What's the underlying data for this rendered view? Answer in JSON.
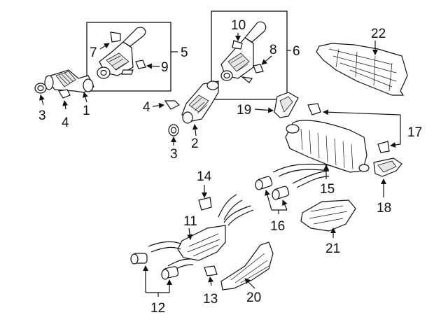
{
  "callouts": {
    "c1": "1",
    "c2": "2",
    "c3a": "3",
    "c3b": "3",
    "c4a": "4",
    "c4b": "4",
    "c5": "5",
    "c6": "6",
    "c7": "7",
    "c8": "8",
    "c9": "9",
    "c10": "10",
    "c11": "11",
    "c12": "12",
    "c13": "13",
    "c14": "14",
    "c15": "15",
    "c16": "16",
    "c17": "17",
    "c18": "18",
    "c19": "19",
    "c20": "20",
    "c21": "21",
    "c22": "22"
  }
}
